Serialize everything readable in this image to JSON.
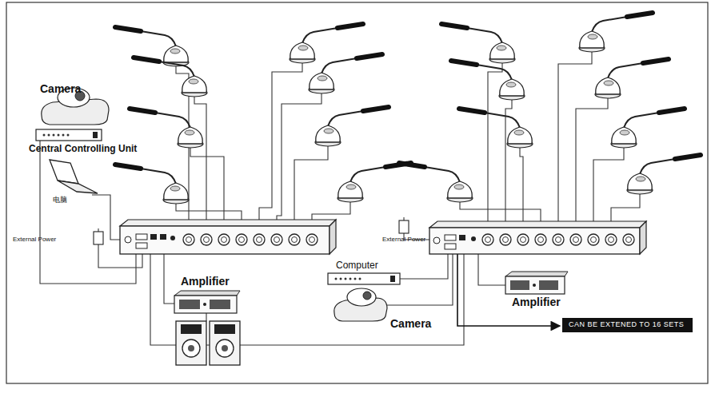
{
  "diagram": {
    "nodes": [
      {
        "text": [
          "CAN BE EXTENED TO 16 SETS"
        ]
      }
    ],
    "labels": [
      "Camera",
      "Central Controlling Unit",
      "电脑",
      "External Power",
      "External Power",
      "Amplifier",
      "Computer",
      "Camera",
      "Amplifier"
    ]
  }
}
